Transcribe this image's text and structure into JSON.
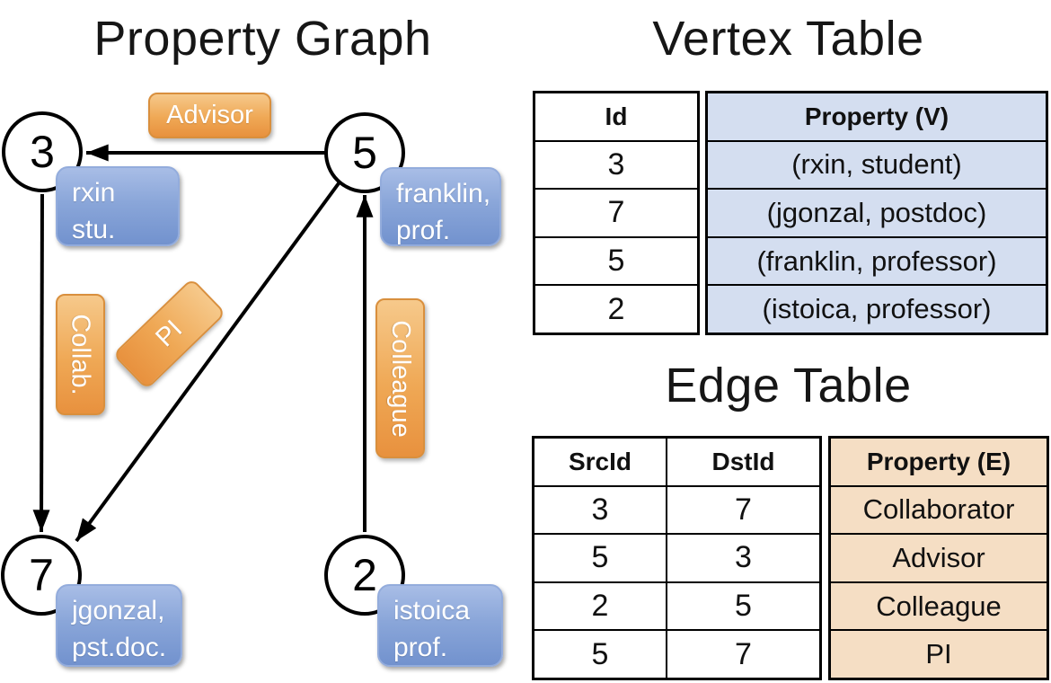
{
  "titles": {
    "property_graph": "Property Graph",
    "vertex_table": "Vertex Table",
    "edge_table": "Edge Table"
  },
  "graph": {
    "nodes": [
      {
        "id": "3",
        "prop_line1": "rxin",
        "prop_line2": "stu."
      },
      {
        "id": "5",
        "prop_line1": "franklin,",
        "prop_line2": "prof."
      },
      {
        "id": "7",
        "prop_line1": "jgonzal,",
        "prop_line2": "pst.doc."
      },
      {
        "id": "2",
        "prop_line1": "istoica",
        "prop_line2": "prof."
      }
    ],
    "edge_labels": {
      "advisor": "Advisor",
      "collab": "Collab.",
      "pi": "PI",
      "colleague": "Colleague"
    }
  },
  "vertex_table": {
    "headers": {
      "id": "Id",
      "property": "Property (V)"
    },
    "rows": [
      {
        "id": "3",
        "property": "(rxin, student)"
      },
      {
        "id": "7",
        "property": "(jgonzal, postdoc)"
      },
      {
        "id": "5",
        "property": "(franklin, professor)"
      },
      {
        "id": "2",
        "property": "(istoica, professor)"
      }
    ]
  },
  "edge_table": {
    "headers": {
      "src": "SrcId",
      "dst": "DstId",
      "property": "Property (E)"
    },
    "rows": [
      {
        "src": "3",
        "dst": "7",
        "property": "Collaborator"
      },
      {
        "src": "5",
        "dst": "3",
        "property": "Advisor"
      },
      {
        "src": "2",
        "dst": "5",
        "property": "Colleague"
      },
      {
        "src": "5",
        "dst": "7",
        "property": "PI"
      }
    ]
  },
  "colors": {
    "edge_label_orange": "#E8913E",
    "vertex_box_blue": "#7A99D3",
    "vertex_cell_bg": "#D4DEF0",
    "edge_cell_bg": "#F5DEC4"
  }
}
